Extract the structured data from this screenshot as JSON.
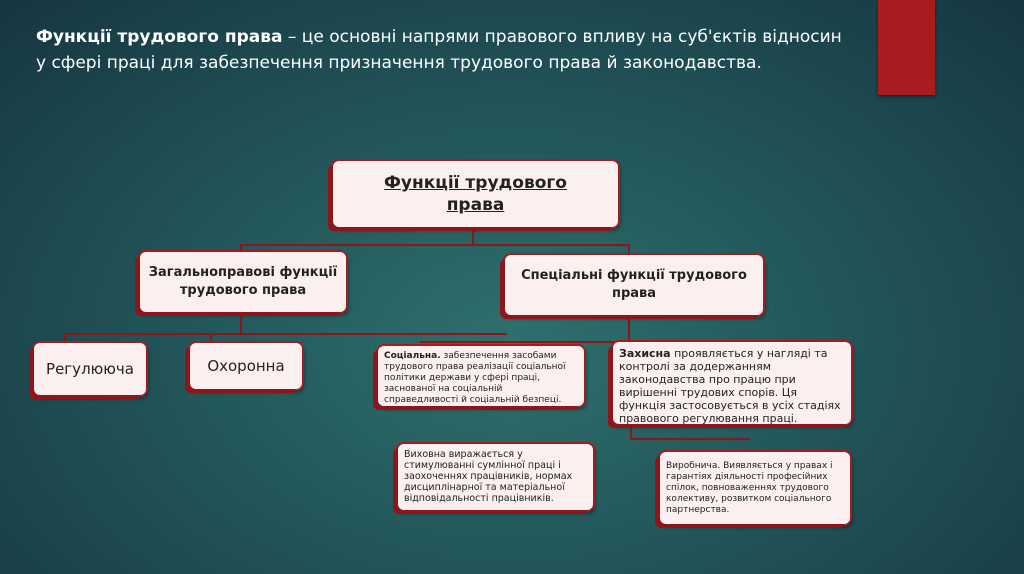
{
  "intro": {
    "bold": "Функції трудового права",
    "text": " – це основні напрями правового впливу на суб'єктів відносин у сфері праці для забезпечення призначення трудового права й законодавства."
  },
  "diagram": {
    "root": "Функції трудового права",
    "general": "Загальноправові функції трудового права",
    "special": "Спеціальні функції трудового права",
    "regulating": "Регулююча",
    "protective": "Охоронна",
    "social": {
      "bold": "Соціальна.",
      "text": "  забезпечення засобами трудового права реалізації соціальної політики держави у сфері праці, заснованої на соціальній справедливості й соціальній безпеці."
    },
    "defensive": {
      "bold": "Захисна",
      "text": " проявляється у нагляді та контролі за додержанням законодавства про працю при вирішенні трудових спорів. Ця функція застосовується в усіх стадіях правового регулювання праці."
    },
    "educational": "Виховна виражається у стимулюванні сумлінної праці і заохоченнях працівників, нормах дисциплінарної та матеріальної відповідальності працівників.",
    "productive": "Виробнича. Виявляється  у правах і гарантіях діяльності професійних спілок, повноваженнях трудового колективу, розвитком соціального партнерства."
  },
  "colors": {
    "accent": "#a81b1e",
    "box": "#fcefef",
    "border": "#8e1519"
  }
}
